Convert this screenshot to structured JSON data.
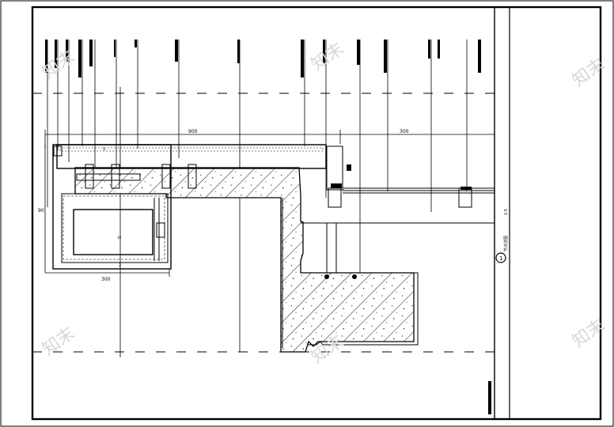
{
  "drawing": {
    "dimension_top": "900",
    "dimension_right": "300",
    "dimension_left_side": "90",
    "dimension_bottom": "300",
    "detail_tag_top": "1",
    "detail_tag_bottom": "2",
    "inner_box_label": "10",
    "detail_number": "1",
    "detail_caption": "节点详图",
    "scale_caption": "1:5"
  },
  "watermark": {
    "text": "知末"
  }
}
